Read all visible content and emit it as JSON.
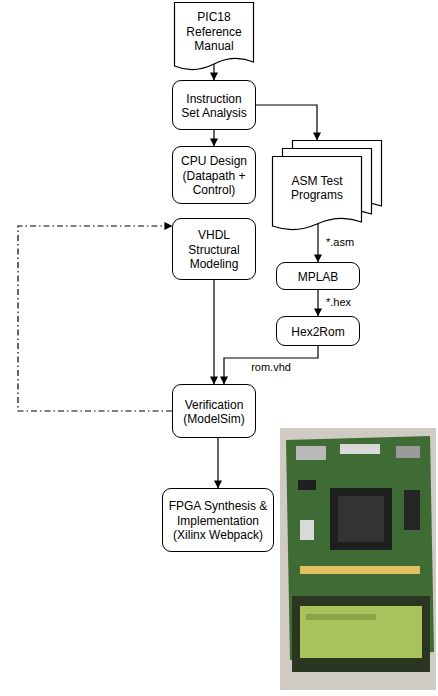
{
  "diagram": {
    "nodes": [
      {
        "text": [
          "PIC18 Reference Manual"
        ]
      },
      {
        "text": [
          "Instruction Set Analysis"
        ]
      },
      {
        "text": [
          "CPU Design (Datapath + Control)"
        ]
      },
      {
        "text": [
          "ASM Test Programs"
        ]
      },
      {
        "text": [
          "MPLAB"
        ]
      },
      {
        "text": [
          "VHDL Structural Modeling"
        ]
      },
      {
        "text": [
          "Hex2Rom"
        ]
      },
      {
        "text": [
          "Verification (ModelSim)"
        ]
      },
      {
        "text": [
          "FPGA Synthesis & Implementation (Xilinx Webpack)"
        ]
      }
    ],
    "edges": [
      {
        "from": 0,
        "to": 1,
        "arrow": "to"
      },
      {
        "from": 1,
        "to": 2,
        "arrow": "to"
      },
      {
        "from": 1,
        "to": 3,
        "arrow": "to"
      },
      {
        "from": 3,
        "to": 4,
        "label": "*.asm",
        "arrow": "to"
      },
      {
        "from": 4,
        "to": 6,
        "label": "*.hex",
        "arrow": "to"
      },
      {
        "from": 6,
        "to": 7,
        "label": "rom.vhd",
        "arrow": "to"
      },
      {
        "from": 5,
        "to": 7,
        "arrow": "to"
      },
      {
        "from": 7,
        "to": 5,
        "arrow": "to"
      },
      {
        "from": 7,
        "to": 8,
        "arrow": "to"
      }
    ]
  }
}
